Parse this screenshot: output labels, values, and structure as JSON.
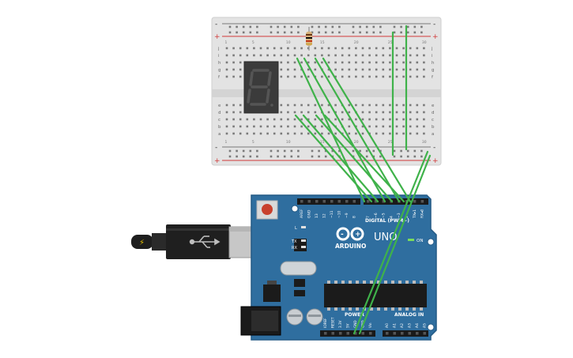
{
  "breadboard": {
    "rail_minus": "-",
    "rail_plus": "+",
    "rows_top": [
      "j",
      "i",
      "h",
      "g",
      "f"
    ],
    "rows_bottom": [
      "e",
      "d",
      "c",
      "b",
      "a"
    ],
    "column_numbers": [
      "1",
      "5",
      "10",
      "15",
      "20",
      "25",
      "30"
    ]
  },
  "arduino": {
    "brand": "ARDUINO",
    "model": "UNO",
    "on_label": "ON",
    "led_l": "L",
    "led_tx": "TX",
    "led_rx": "RX",
    "digital_header": "DIGITAL (PWM~)",
    "power_header": "POWER",
    "analog_header": "ANALOG IN",
    "digital_pins": [
      "AREF",
      "GND",
      "13",
      "12",
      "~11",
      "~10",
      "~9",
      "8",
      "7",
      "~6",
      "~5",
      "4",
      "~3",
      "2",
      "TX▸1",
      "RX◂0"
    ],
    "power_pins": [
      "IOREF",
      "RESET",
      "3.3V",
      "5V",
      "GND",
      "GND",
      "Vin"
    ],
    "analog_pins": [
      "A0",
      "A1",
      "A2",
      "A3",
      "A4",
      "A5"
    ]
  },
  "colors": {
    "board_blue": "#2f6e9f",
    "board_edge": "#245a85",
    "wire_green": "#3fb24a",
    "segment_body": "#3b3b3b",
    "breadboard": "#e3e3e3",
    "rail_red": "#d23a3a"
  }
}
